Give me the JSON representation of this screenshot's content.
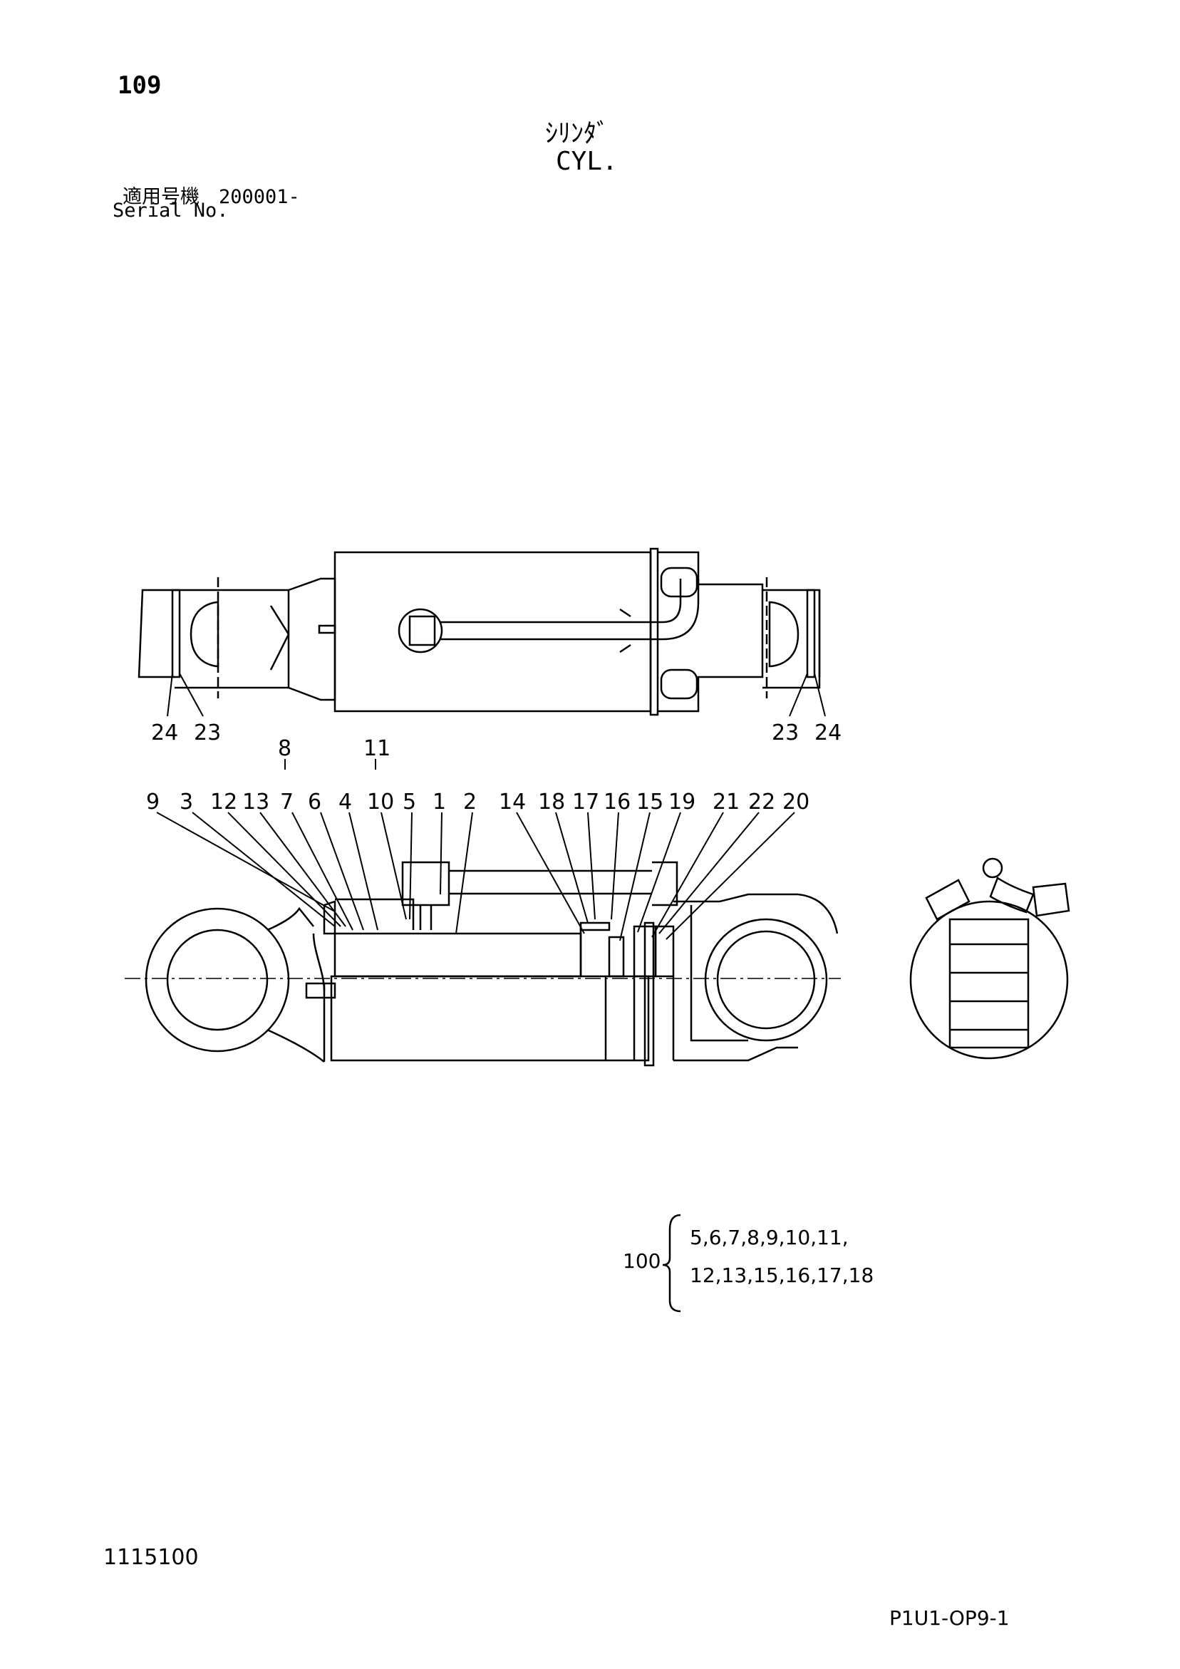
{
  "header": {
    "page_number": "109",
    "title_jp": "ｼﾘﾝﾀﾞ",
    "title_en": "CYL.",
    "serial_jp": "適用号機　200001-",
    "serial_en": "Serial No."
  },
  "callouts": {
    "top_left_24": "24",
    "top_left_23": "23",
    "top_right_23": "23",
    "top_right_24": "24",
    "upper_8": "8",
    "upper_11": "11",
    "row": [
      "9",
      "3",
      "12",
      "13",
      "7",
      "6",
      "4",
      "10",
      "5",
      "1",
      "2",
      "14",
      "18",
      "17",
      "16",
      "15",
      "19",
      "21",
      "22",
      "20"
    ]
  },
  "kit": {
    "number": "100",
    "line1": "5,6,7,8,9,10,11,",
    "line2": "12,13,15,16,17,18"
  },
  "footer": {
    "drawing_number": "1115100",
    "page_ref": "P1U1-OP9-1"
  }
}
